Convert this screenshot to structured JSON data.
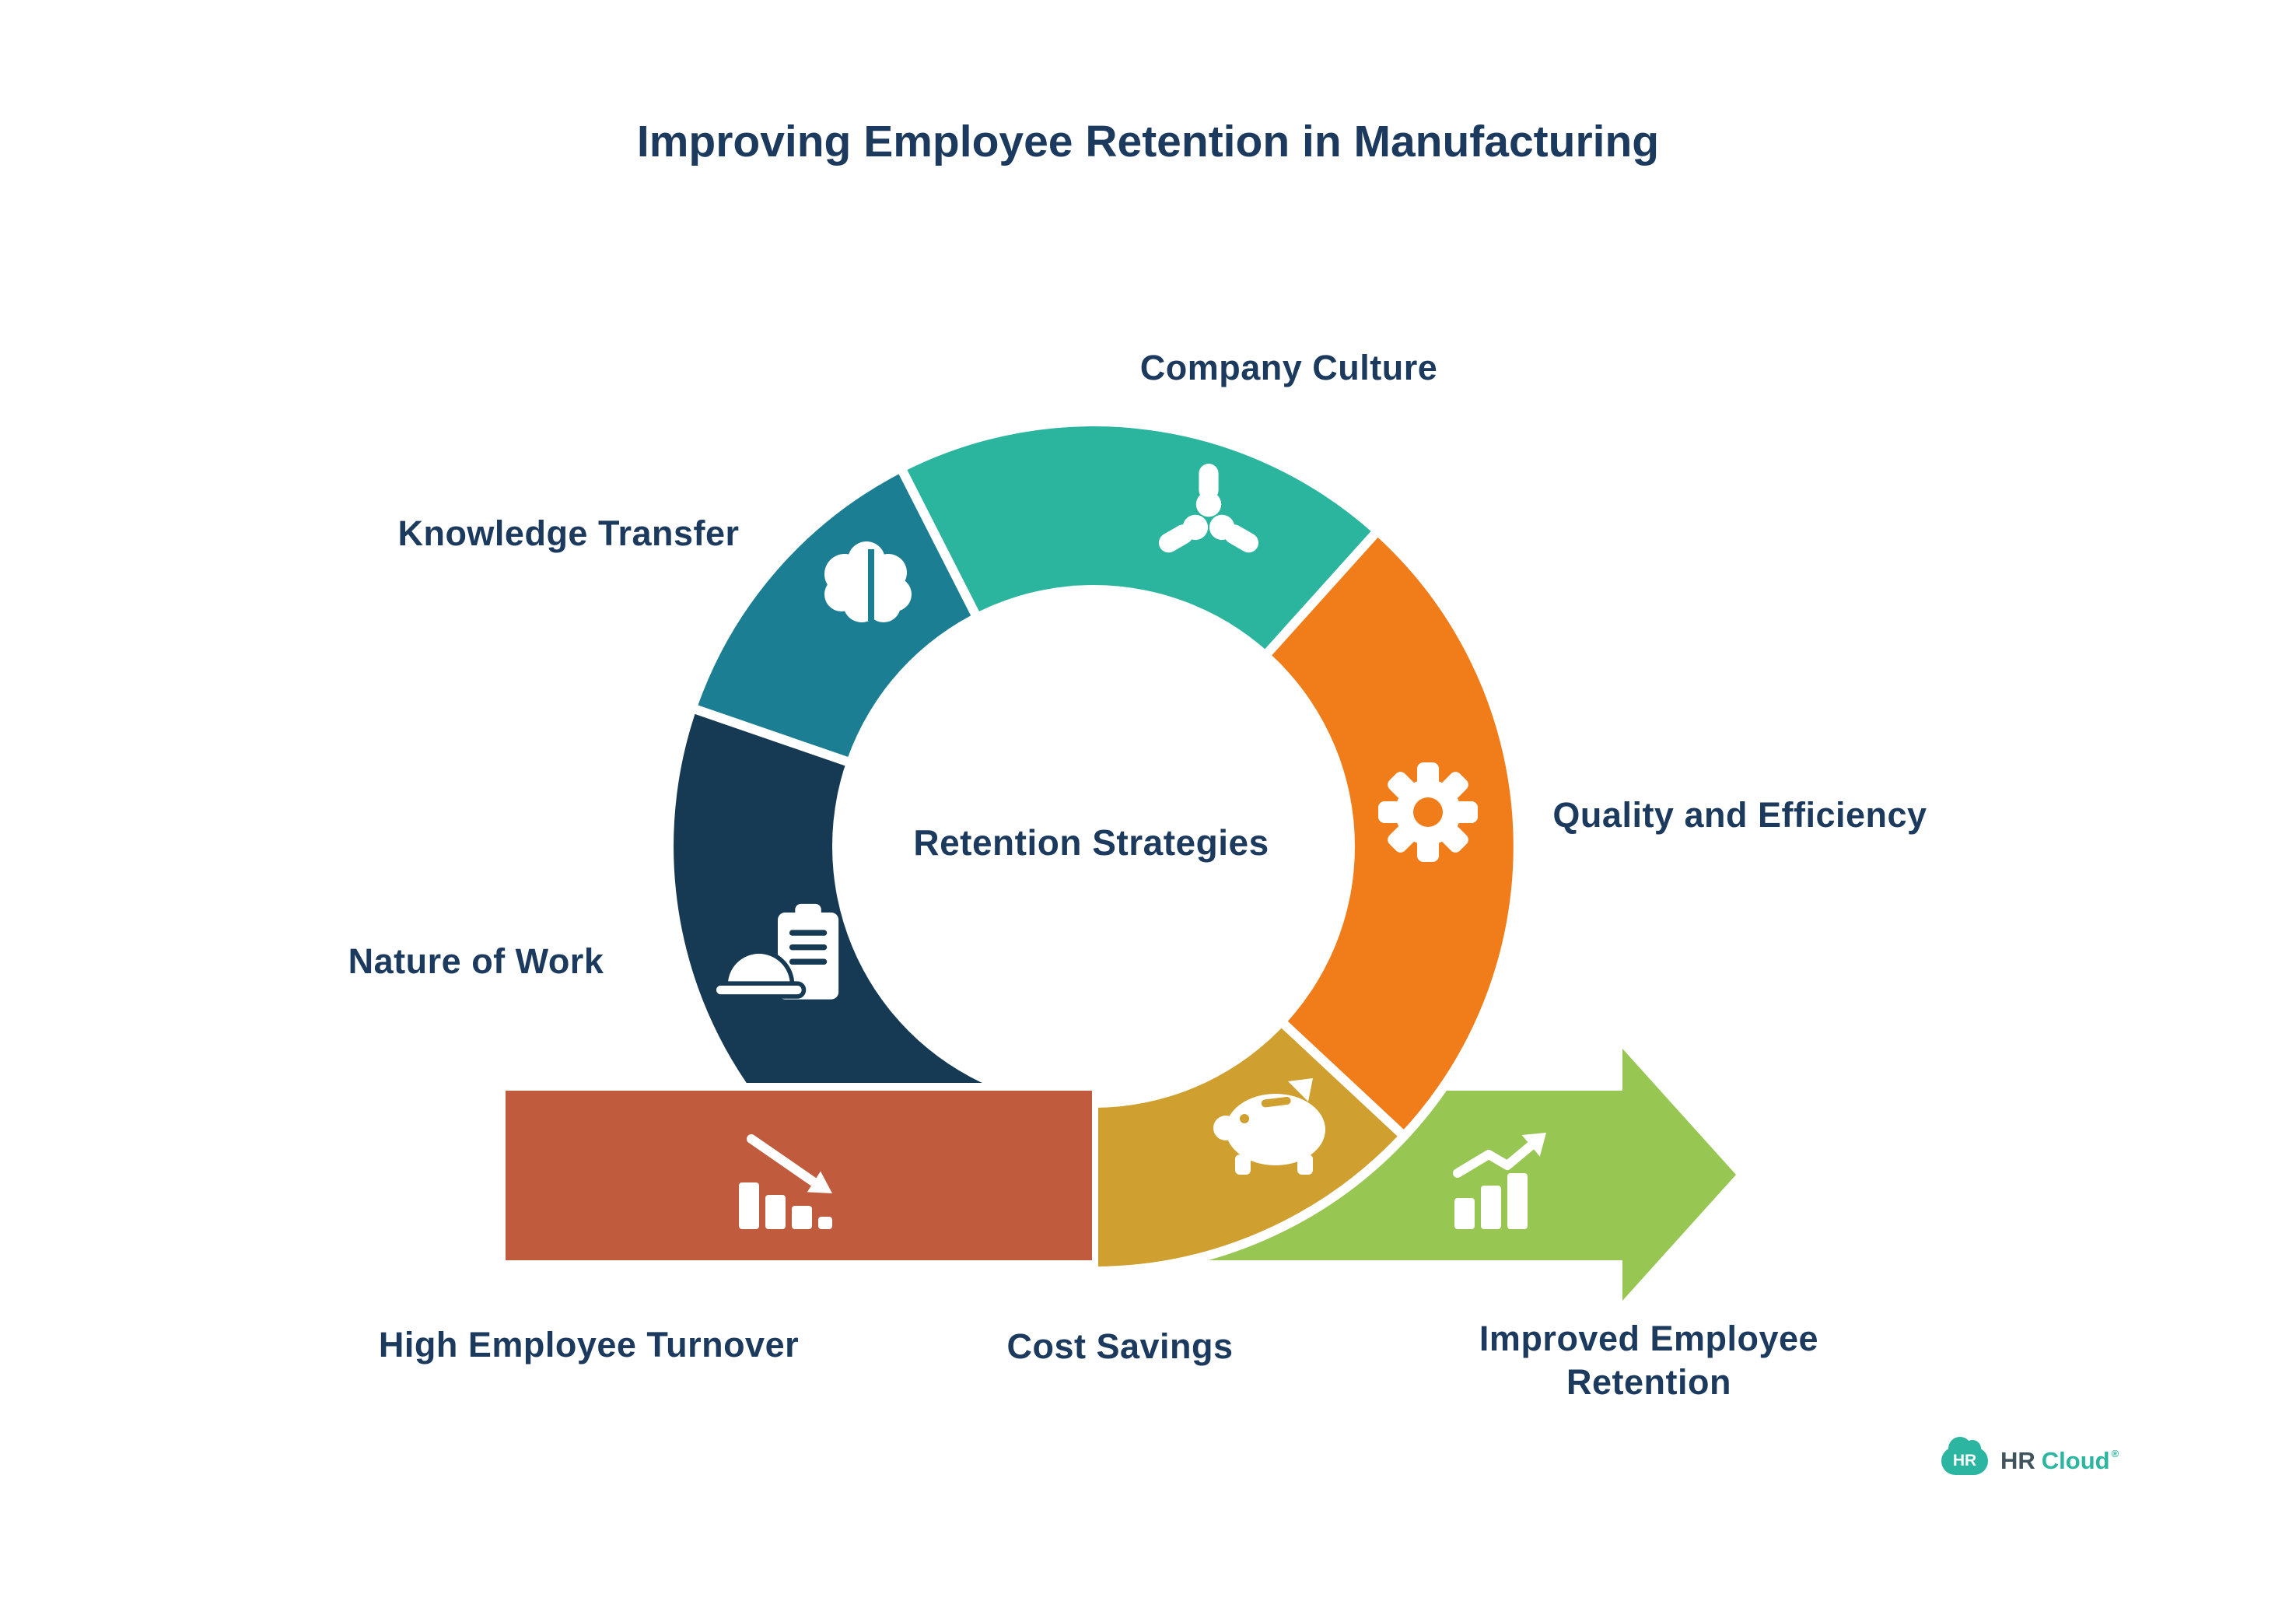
{
  "title": "Improving Employee Retention in Manufacturing",
  "center_label": "Retention Strategies",
  "colors": {
    "text_navy": "#1c3a5e",
    "background": "#ffffff",
    "logo_teal": "#2cb5a0"
  },
  "segments": [
    {
      "label": "Company Culture",
      "color": "#2cb59e",
      "icon": "hands-united-icon"
    },
    {
      "label": "Knowledge Transfer",
      "color": "#1b7e93",
      "icon": "brain-icon"
    },
    {
      "label": "Nature of Work",
      "color": "#163a54",
      "icon": "hardhat-clipboard-icon"
    },
    {
      "label": "Quality and Efficiency",
      "color": "#f07d1a",
      "icon": "gear-icon"
    },
    {
      "label": "Cost Savings",
      "color": "#cfa02f",
      "icon": "piggy-bank-icon"
    }
  ],
  "flow": {
    "input": {
      "label": "High Employee Turnover",
      "color": "#c05c3d",
      "icon": "declining-chart-icon"
    },
    "output": {
      "label_line1": "Improved Employee",
      "label_line2": "Retention",
      "color": "#97c653",
      "icon": "rising-chart-icon"
    }
  },
  "logo": {
    "badge": "HR",
    "brand_hr": "HR",
    "brand_cloud": "Cloud",
    "registered": "®"
  }
}
